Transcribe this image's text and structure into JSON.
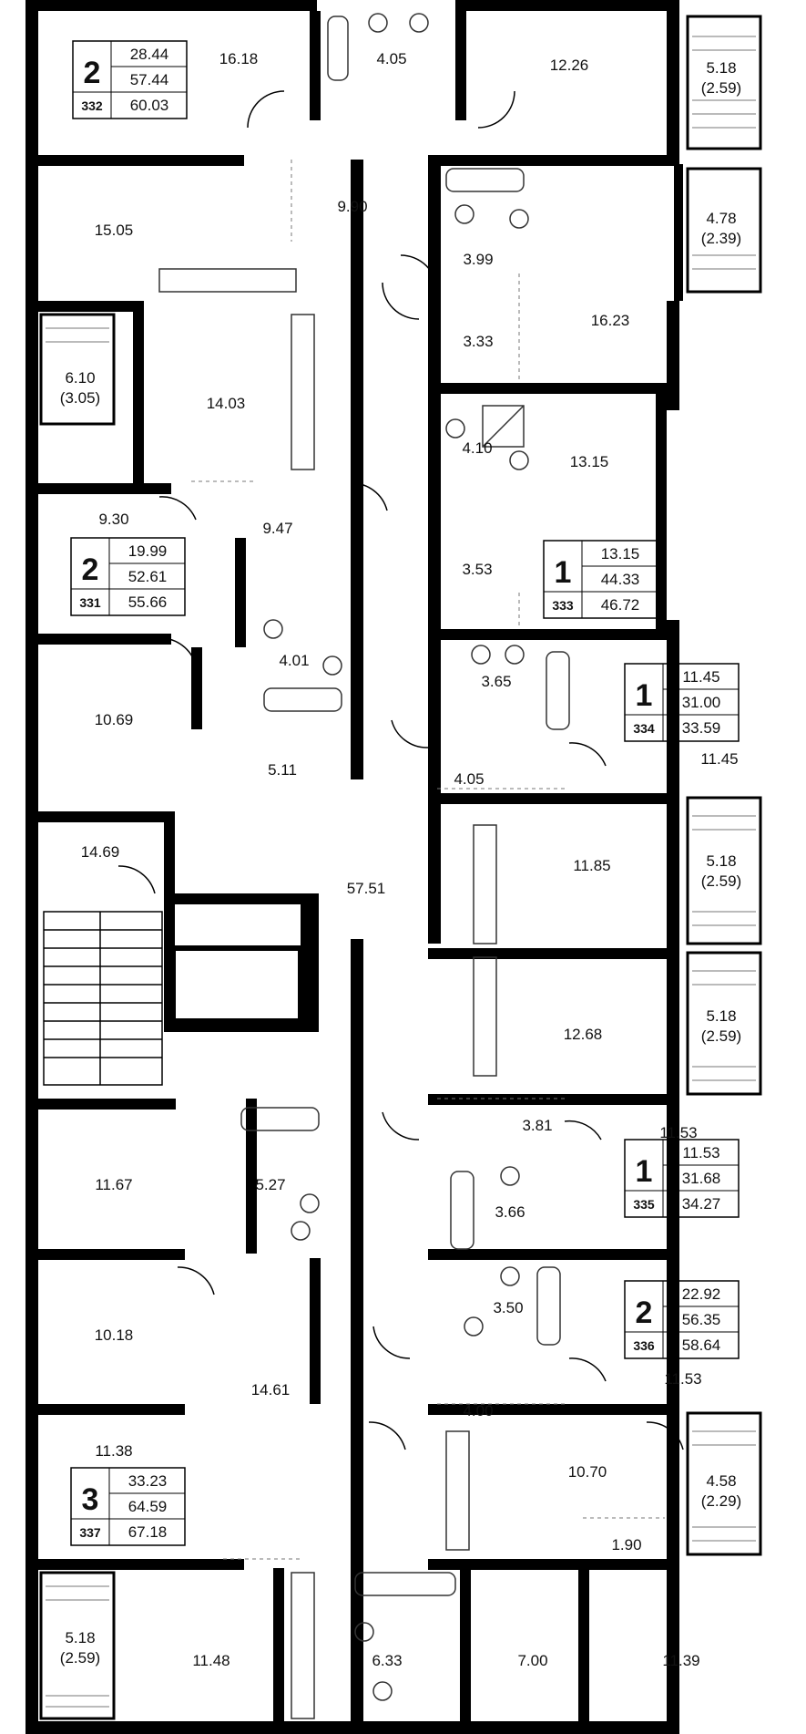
{
  "plan": {
    "colors": {
      "wall": "#000000",
      "fixture": "#333333",
      "balcony": "#666666",
      "background": "#ffffff"
    },
    "apartments": [
      {
        "id": "332",
        "rooms": "2",
        "living": "28.44",
        "total": "57.44",
        "total_with_balcony": "60.03"
      },
      {
        "id": "331",
        "rooms": "2",
        "living": "19.99",
        "total": "52.61",
        "total_with_balcony": "55.66"
      },
      {
        "id": "333",
        "rooms": "1",
        "living": "13.15",
        "total": "44.33",
        "total_with_balcony": "46.72"
      },
      {
        "id": "334",
        "rooms": "1",
        "living": "11.45",
        "total": "31.00",
        "total_with_balcony": "33.59"
      },
      {
        "id": "335",
        "rooms": "1",
        "living": "11.53",
        "total": "31.68",
        "total_with_balcony": "34.27"
      },
      {
        "id": "336",
        "rooms": "2",
        "living": "22.92",
        "total": "56.35",
        "total_with_balcony": "58.64"
      },
      {
        "id": "337",
        "rooms": "3",
        "living": "33.23",
        "total": "64.59",
        "total_with_balcony": "67.18"
      }
    ],
    "rooms": {
      "r16_18": "16.18",
      "r4_05a": "4.05",
      "r12_26": "12.26",
      "b5_18a": "5.18",
      "b5_18a_sub": "(2.59)",
      "r15_05": "15.05",
      "r9_90": "9.90",
      "r3_99": "3.99",
      "b4_78": "4.78",
      "b4_78_sub": "(2.39)",
      "b6_10": "6.10",
      "b6_10_sub": "(3.05)",
      "r14_03": "14.03",
      "r3_33": "3.33",
      "r16_23": "16.23",
      "r4_10": "4.10",
      "r13_15": "13.15",
      "r9_30": "9.30",
      "r9_47": "9.47",
      "r3_53": "3.53",
      "r4_01": "4.01",
      "r10_69": "10.69",
      "r3_65": "3.65",
      "r5_11": "5.11",
      "r4_05b": "4.05",
      "r11_45": "11.45",
      "r14_69": "14.69",
      "r11_85": "11.85",
      "b5_18b": "5.18",
      "b5_18b_sub": "(2.59)",
      "r57_51": "57.51",
      "r12_68": "12.68",
      "b5_18c": "5.18",
      "b5_18c_sub": "(2.59)",
      "r3_81": "3.81",
      "r11_53a": "11.53",
      "r11_67": "11.67",
      "r5_27": "5.27",
      "r3_66": "3.66",
      "r10_18": "10.18",
      "r3_50": "3.50",
      "r11_53b": "11.53",
      "r14_61": "14.61",
      "r4_00": "4.00",
      "r11_38": "11.38",
      "r10_70": "10.70",
      "b4_58": "4.58",
      "b4_58_sub": "(2.29)",
      "r1_90": "1.90",
      "b5_18d": "5.18",
      "b5_18d_sub": "(2.59)",
      "r11_48": "11.48",
      "r6_33": "6.33",
      "r7_00": "7.00",
      "r11_39": "11.39"
    }
  }
}
